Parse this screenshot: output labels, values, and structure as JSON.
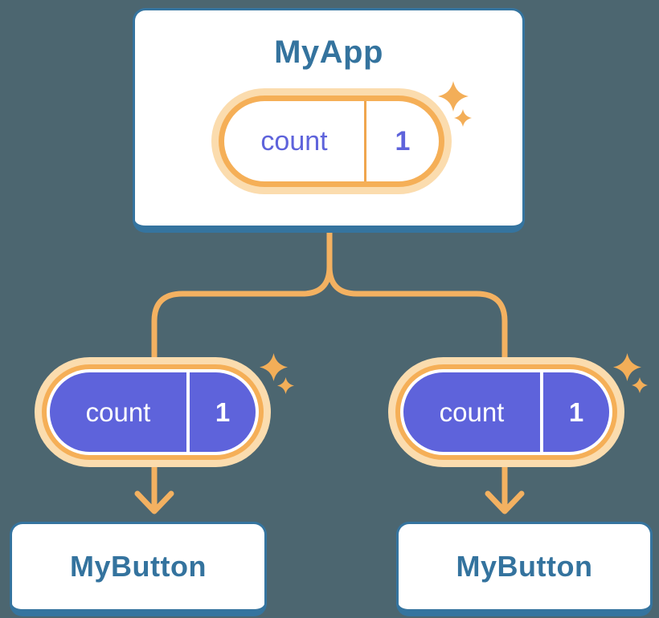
{
  "diagram": {
    "description": "Component tree diagram: parent component sharing state with two child components",
    "parent": {
      "title": "MyApp",
      "state": {
        "name": "count",
        "value": "1"
      }
    },
    "children": [
      {
        "title": "MyButton",
        "state": {
          "name": "count",
          "value": "1"
        }
      },
      {
        "title": "MyButton",
        "state": {
          "name": "count",
          "value": "1"
        }
      }
    ],
    "icons": {
      "parent_pill": "sparkle-icon",
      "left_pill": "sparkle-icon",
      "right_pill": "sparkle-icon",
      "arrows": "arrow-down-icon"
    },
    "colors": {
      "background": "#4C6670",
      "card_bg": "#FFFFFF",
      "card_border": "#35749F",
      "label_text": "#34739E",
      "accent_orange": "#F5AF57",
      "orange_glow": "#FBDCAE",
      "orange_divider": "#F0A64E",
      "connector": "#F3B161",
      "state_indigo": "#5E63DB",
      "state_text_light": "#FFFFFF"
    }
  }
}
